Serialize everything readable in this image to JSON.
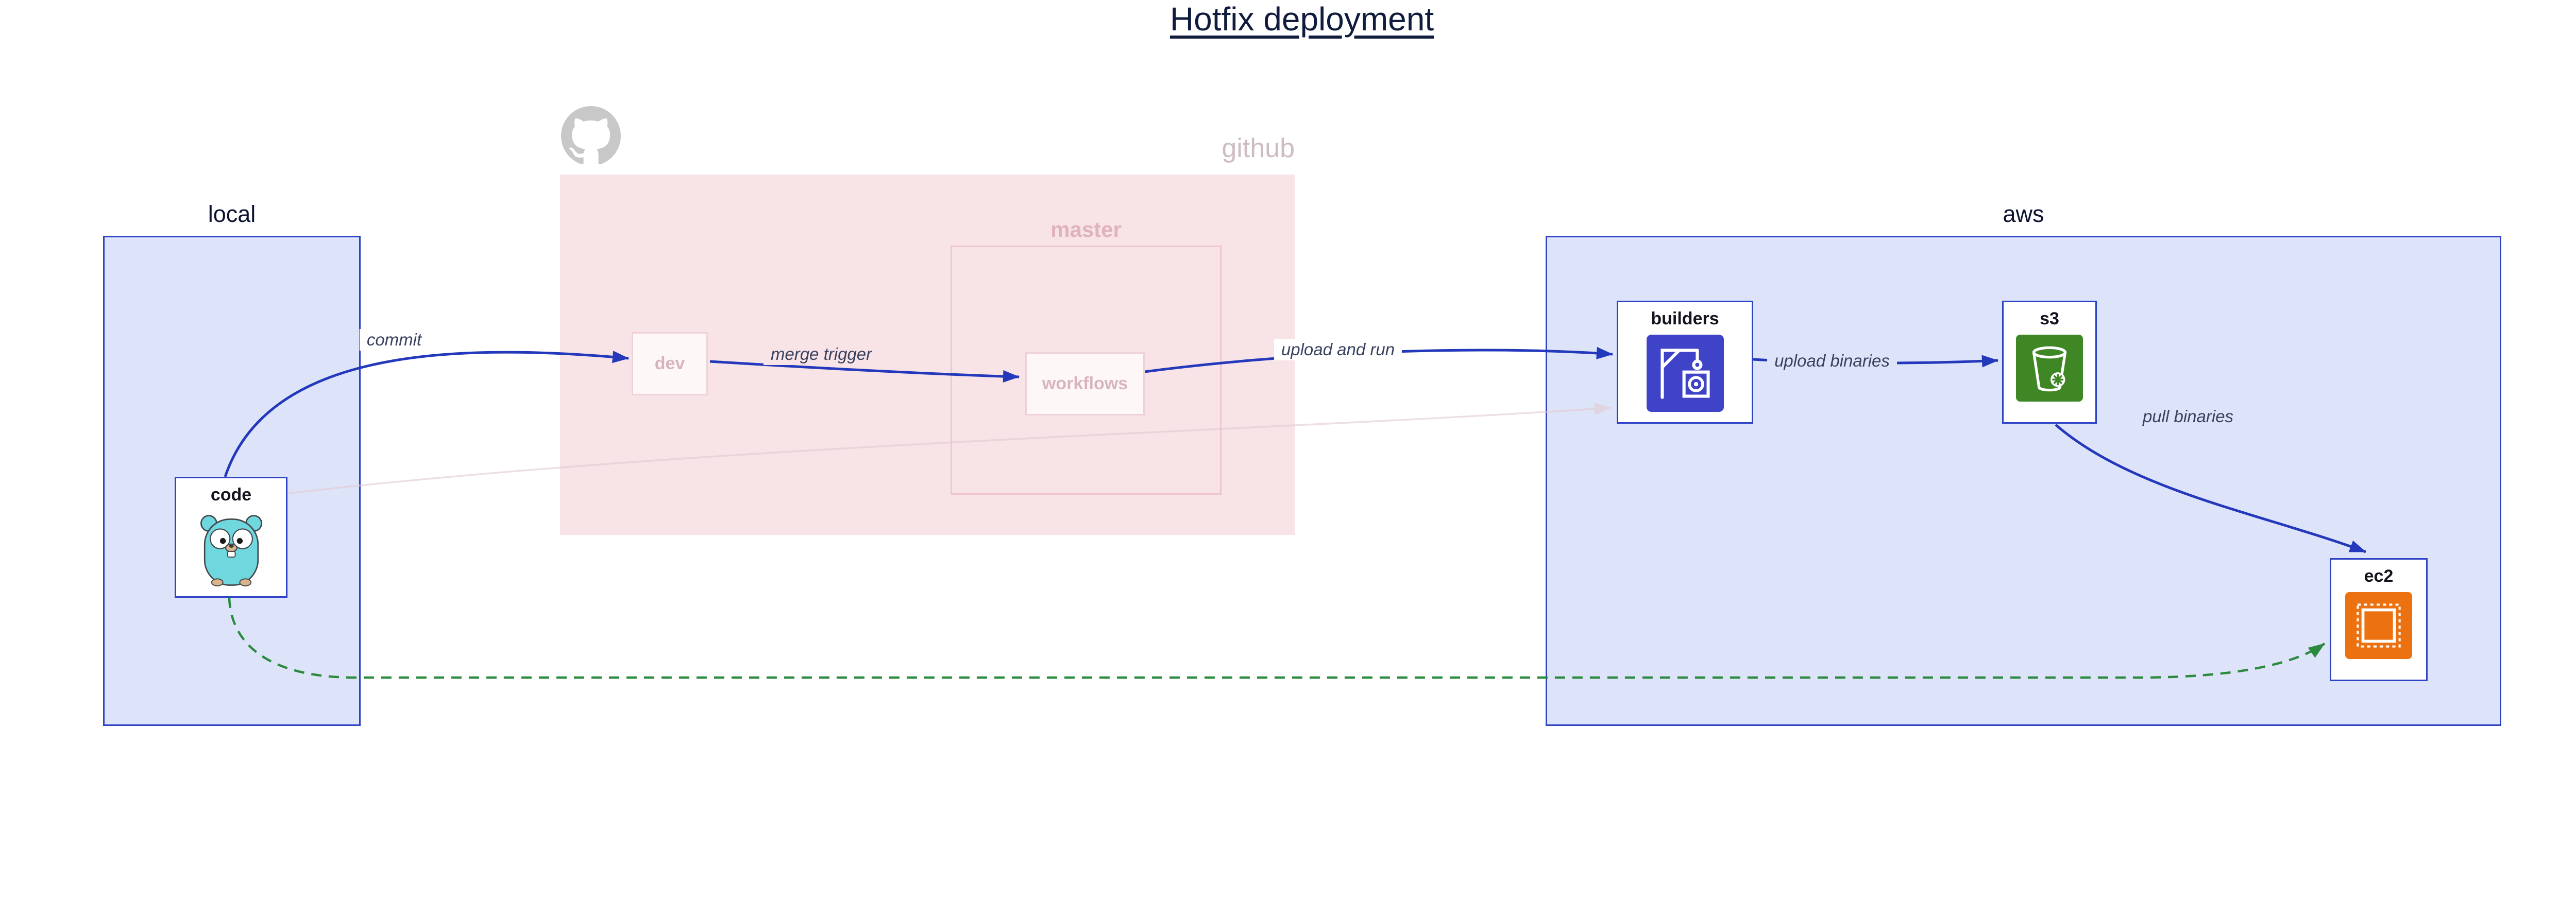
{
  "diagram": {
    "title": "Hotfix deployment",
    "containers": {
      "local": {
        "label": "local"
      },
      "github": {
        "label": "github"
      },
      "master": {
        "label": "master"
      },
      "aws": {
        "label": "aws"
      }
    },
    "nodes": {
      "code": {
        "label": "code",
        "icon": "go-gopher-icon"
      },
      "dev": {
        "label": "dev"
      },
      "workflows": {
        "label": "workflows"
      },
      "builders": {
        "label": "builders",
        "icon": "codebuild-icon"
      },
      "s3": {
        "label": "s3",
        "icon": "s3-bucket-icon"
      },
      "ec2": {
        "label": "ec2",
        "icon": "ec2-chip-icon"
      }
    },
    "edges": {
      "commit": {
        "label": "commit"
      },
      "merge_trigger": {
        "label": "merge trigger"
      },
      "upload_and_run": {
        "label": "upload and run"
      },
      "upload_binaries": {
        "label": "upload binaries"
      },
      "pull_binaries": {
        "label": "pull binaries"
      },
      "hotfix_path": {
        "label": "",
        "style": "dashed-green"
      }
    },
    "colors": {
      "container_fill_blue": "#dde4f9",
      "container_border_blue": "#2e43c5",
      "github_fill": "#f8e3e7",
      "faded_border_pink": "#efd2d8",
      "edge_blue": "#2338bb",
      "edge_green": "#2b8a3e",
      "codebuild_icon": "#3e43c8",
      "s3_icon": "#3f8624",
      "ec2_icon": "#ec7211",
      "gopher_teal": "#6fd8df",
      "octocat_grey": "#c8c8c8"
    }
  }
}
